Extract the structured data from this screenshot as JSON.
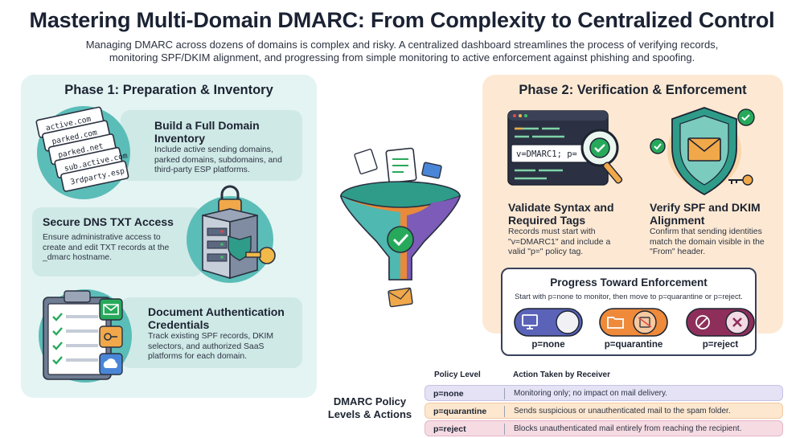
{
  "header": {
    "title": "Mastering Multi-Domain DMARC: From Complexity to Centralized Control",
    "subtitle": "Managing DMARC across dozens of domains is complex and risky. A centralized dashboard streamlines the process of verifying records, monitoring SPF/DKIM alignment, and progressing from simple monitoring to active enforcement against phishing and spoofing."
  },
  "phase1": {
    "title": "Phase 1: Preparation & Inventory",
    "domain_cards": [
      "active.com",
      "parked.com",
      "parked.net",
      "sub.active.com",
      "3rdparty.esp"
    ],
    "steps": [
      {
        "title": "Build a Full Domain Inventory",
        "desc": "Include active sending domains, parked domains, subdomains, and third-party ESP platforms."
      },
      {
        "title": "Secure DNS TXT Access",
        "desc": "Ensure administrative access to create and edit TXT records at the _dmarc hostname."
      },
      {
        "title": "Document Authentication Credentials",
        "desc": "Track existing SPF records, DKIM selectors, and authorized SaaS platforms for each domain."
      }
    ]
  },
  "phase2": {
    "title": "Phase 2: Verification & Enforcement",
    "code_snippet": "v=DMARC1; p=",
    "steps": [
      {
        "title": "Validate Syntax and Required Tags",
        "desc": "Records must start with \"v=DMARC1\" and include a valid \"p=\" policy tag."
      },
      {
        "title": "Verify SPF and DKIM Alignment",
        "desc": "Confirm that sending identities match the domain visible in the \"From\" header."
      }
    ],
    "progress": {
      "title": "Progress Toward Enforcement",
      "desc": "Start with p=none to monitor, then move to p=quarantine or p=reject.",
      "toggles": [
        "p=none",
        "p=quarantine",
        "p=reject"
      ]
    }
  },
  "table": {
    "label": "DMARC Policy Levels & Actions",
    "headers": [
      "Policy Level",
      "Action Taken by Receiver"
    ],
    "rows": [
      {
        "level": "p=none",
        "action": "Monitoring only; no impact on mail delivery.",
        "color": "#e4e2f4"
      },
      {
        "level": "p=quarantine",
        "action": "Sends suspicious or unauthenticated mail to the spam folder.",
        "color": "#fde7cf"
      },
      {
        "level": "p=reject",
        "action": "Blocks unauthenticated mail entirely from reaching the recipient.",
        "color": "#f6dbe3"
      }
    ]
  },
  "colors": {
    "phase1_bg": "#e3f4f3",
    "phase2_bg": "#fde9d3",
    "none_toggle": "#5a63b8",
    "quarantine_toggle": "#ee8a3a",
    "reject_toggle": "#8d2f5a",
    "check_green": "#27a95b"
  }
}
